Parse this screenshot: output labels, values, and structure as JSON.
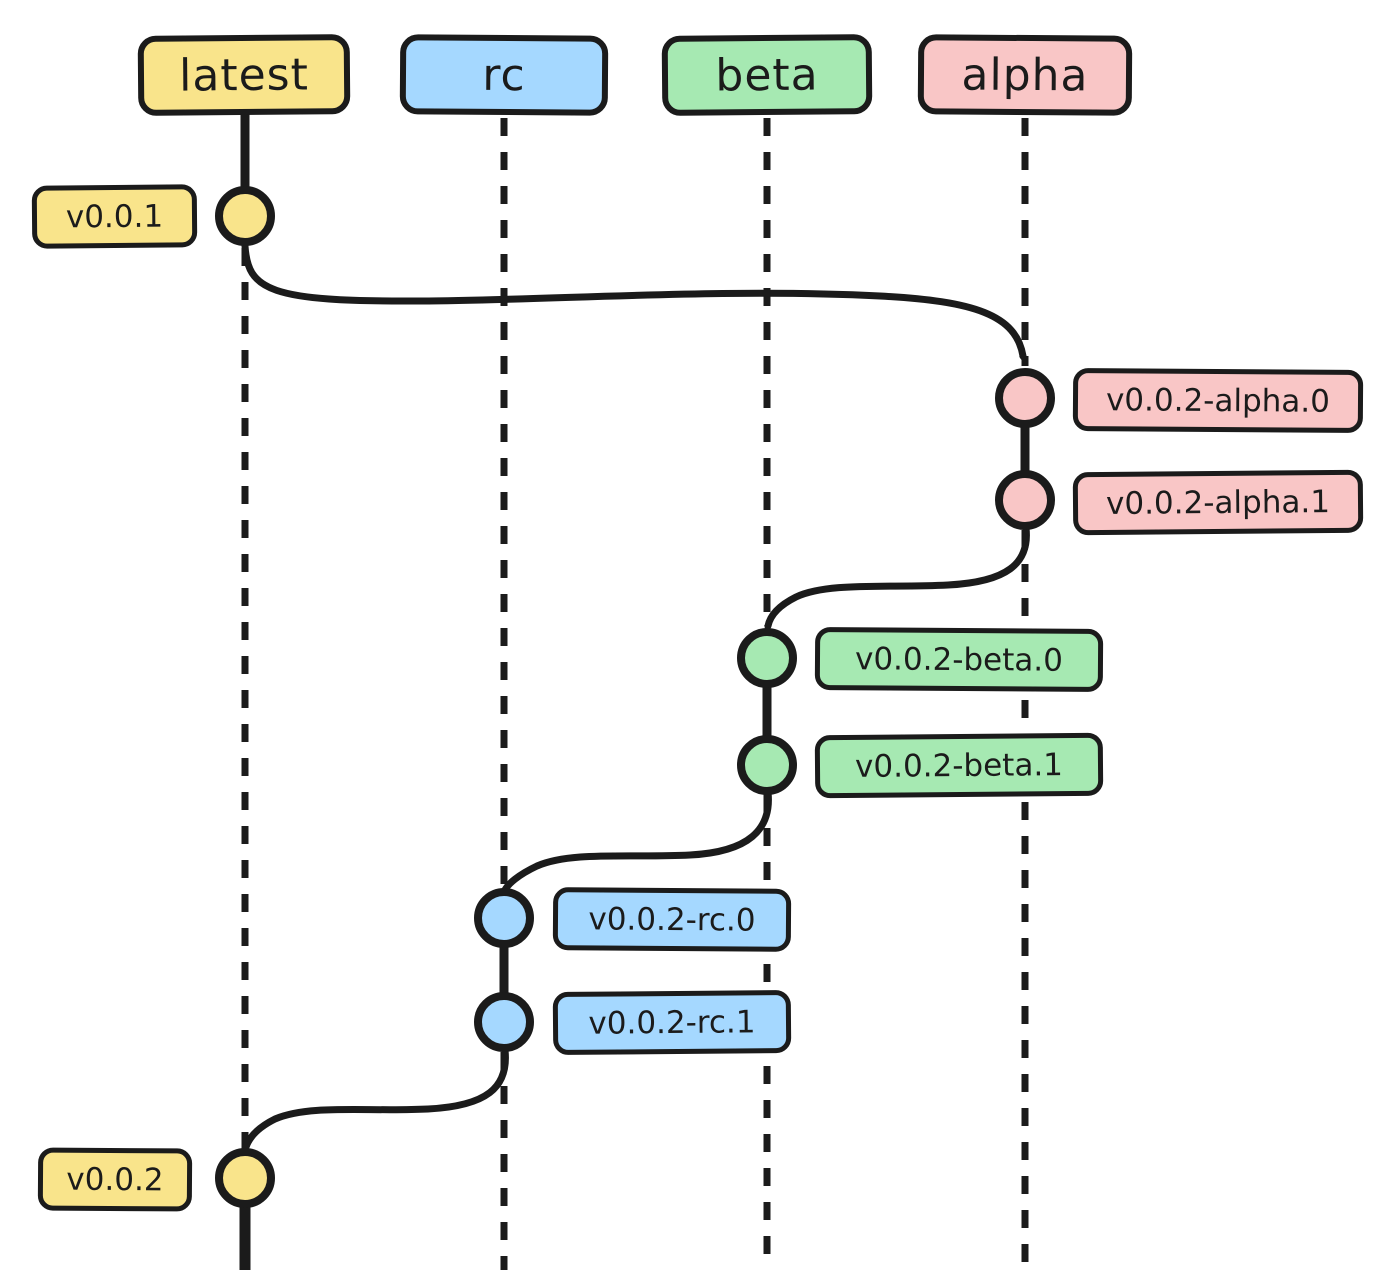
{
  "diagram_type": "release-branch-flow",
  "colors": {
    "background": "#ffffff",
    "stroke": "#1b1b1b",
    "latest": "#f9e48b",
    "rc": "#a5d8ff",
    "beta": "#a6e9b2",
    "alpha": "#f9c6c6"
  },
  "lanes": [
    {
      "id": "latest",
      "label": "latest"
    },
    {
      "id": "rc",
      "label": "rc"
    },
    {
      "id": "beta",
      "label": "beta"
    },
    {
      "id": "alpha",
      "label": "alpha"
    }
  ],
  "tags": [
    {
      "text": "v0.0.1",
      "lane": "latest"
    },
    {
      "text": "v0.0.2-alpha.0",
      "lane": "alpha"
    },
    {
      "text": "v0.0.2-alpha.1",
      "lane": "alpha"
    },
    {
      "text": "v0.0.2-beta.0",
      "lane": "beta"
    },
    {
      "text": "v0.0.2-beta.1",
      "lane": "beta"
    },
    {
      "text": "v0.0.2-rc.0",
      "lane": "rc"
    },
    {
      "text": "v0.0.2-rc.1",
      "lane": "rc"
    },
    {
      "text": "v0.0.2",
      "lane": "latest"
    }
  ],
  "edges": [
    {
      "from": "v0.0.1",
      "to": "v0.0.2-alpha.0"
    },
    {
      "from": "v0.0.2-alpha.1",
      "to": "v0.0.2-beta.0"
    },
    {
      "from": "v0.0.2-beta.1",
      "to": "v0.0.2-rc.0"
    },
    {
      "from": "v0.0.2-rc.1",
      "to": "v0.0.2"
    }
  ]
}
